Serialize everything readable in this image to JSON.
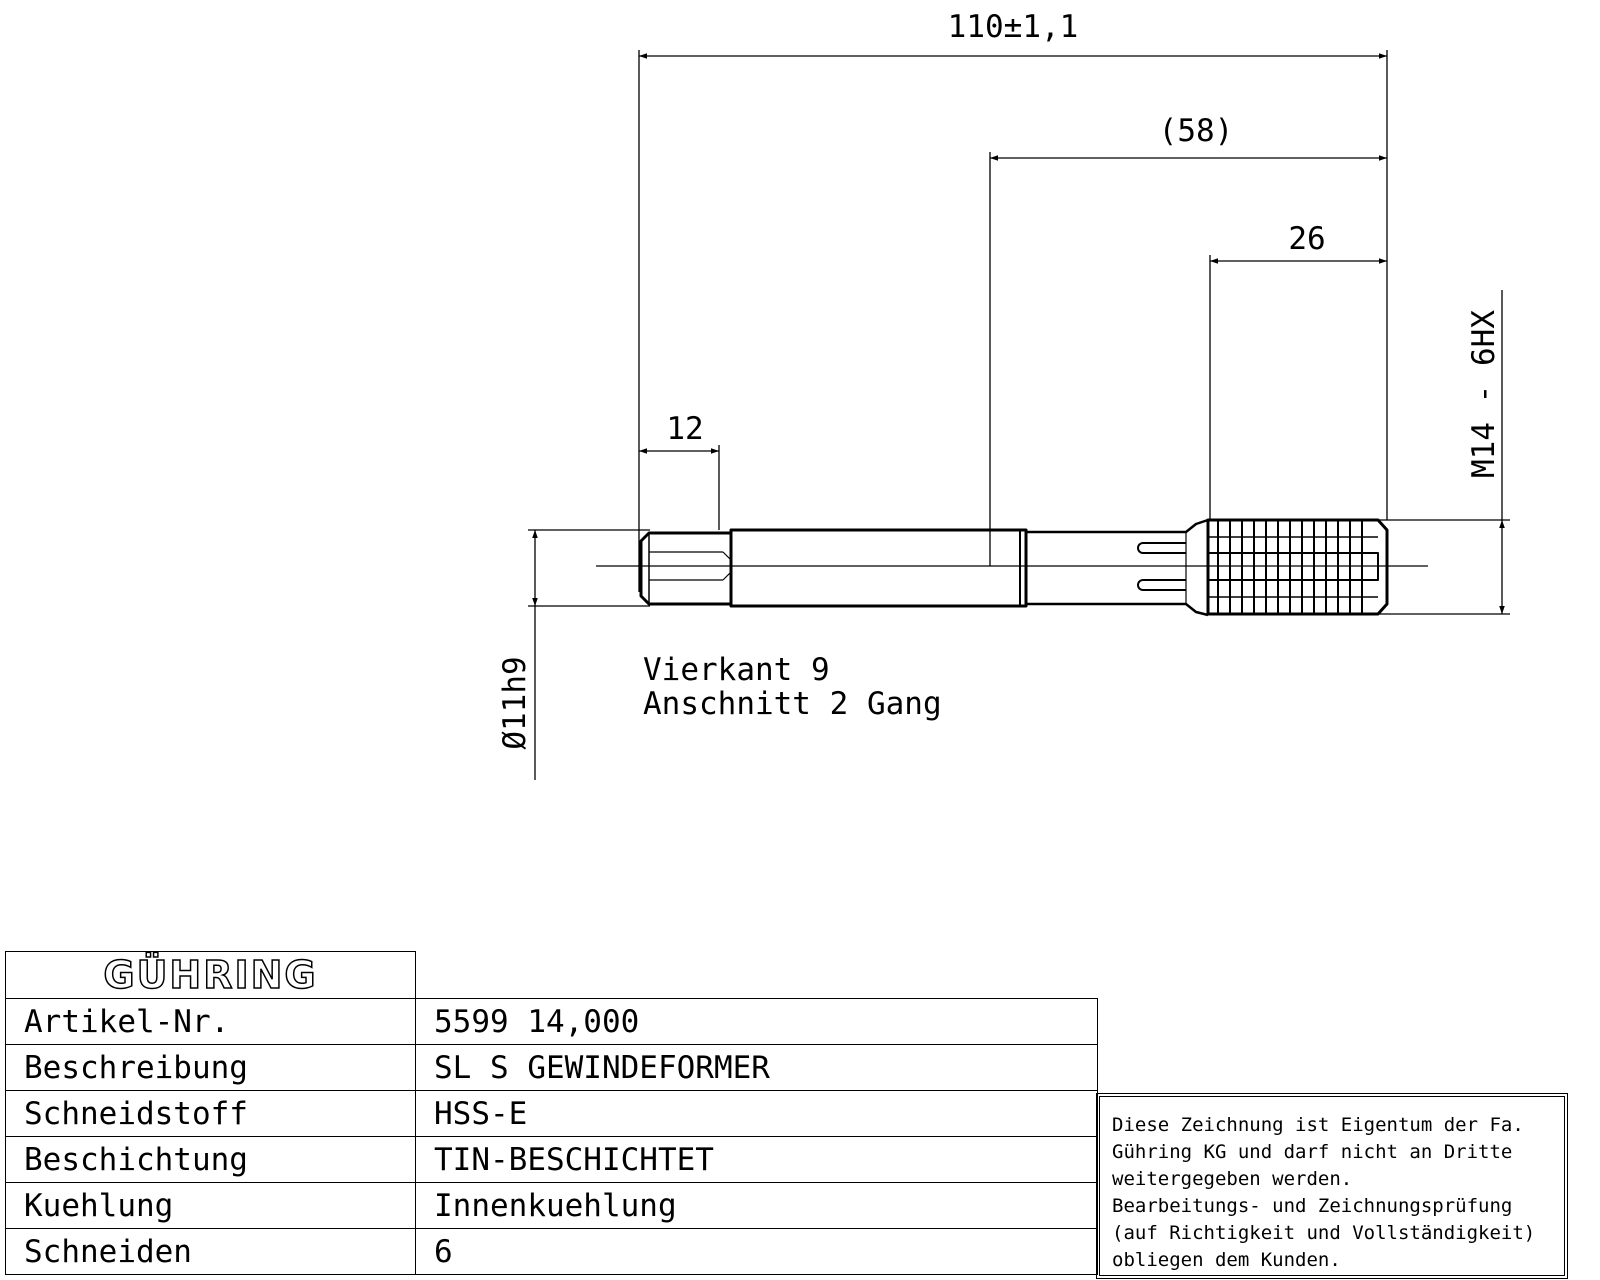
{
  "dimensions": {
    "overall_length": "110±1,1",
    "shank_length": "(58)",
    "thread_length": "26",
    "square_length": "12",
    "thread_size": "M14 - 6HX",
    "shank_diameter": "Ø11h9"
  },
  "notes": {
    "line1": "Vierkant 9",
    "line2": "Anschnitt 2 Gang"
  },
  "title_block": {
    "logo": "GÜHRING",
    "rows": [
      {
        "label": "Artikel-Nr.",
        "value": "5599 14,000"
      },
      {
        "label": "Beschreibung",
        "value": "SL S GEWINDEFORMER"
      },
      {
        "label": "Schneidstoff",
        "value": "HSS-E"
      },
      {
        "label": "Beschichtung",
        "value": "TIN-BESCHICHTET"
      },
      {
        "label": "Kuehlung",
        "value": "Innenkuehlung"
      },
      {
        "label": "Schneiden",
        "value": "6"
      }
    ]
  },
  "disclaimer": {
    "line1": "Diese Zeichnung ist Eigentum der Fa.",
    "line2": "Gühring KG und darf nicht an Dritte",
    "line3": "weitergegeben werden.",
    "line4": "Bearbeitungs- und Zeichnungsprüfung",
    "line5": "(auf Richtigkeit und Vollständigkeit)",
    "line6": "obliegen dem Kunden."
  }
}
